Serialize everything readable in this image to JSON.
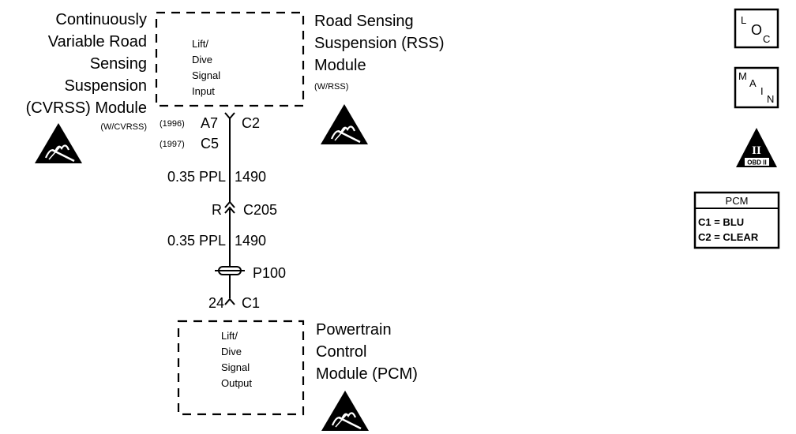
{
  "rss_module": {
    "name_lines": [
      "Road Sensing",
      "Suspension (RSS)",
      "Module"
    ],
    "option": "(W/RSS)",
    "signal_lines": [
      "Lift/",
      "Dive",
      "Signal",
      "Input"
    ]
  },
  "cvrss_module": {
    "name_lines": [
      "Continuously",
      "Variable Road",
      "Sensing",
      "Suspension",
      "(CVRSS) Module"
    ],
    "option": "(W/CVRSS)"
  },
  "connectors": {
    "year_1996": "(1996)",
    "pin_a7": "A7",
    "year_1997": "(1997)",
    "pin_c5": "C5",
    "conn_c2": "C2",
    "inline_pin": "R",
    "inline_conn": "C205",
    "splice": "P100",
    "pcm_pin": "24",
    "pcm_conn": "C1"
  },
  "wires": {
    "upper": {
      "gauge_color": "0.35 PPL",
      "circuit": "1490"
    },
    "lower": {
      "gauge_color": "0.35 PPL",
      "circuit": "1490"
    }
  },
  "pcm_module": {
    "name_lines": [
      "Powertrain",
      "Control",
      "Module (PCM)"
    ],
    "signal_lines": [
      "Lift/",
      "Dive",
      "Signal",
      "Output"
    ]
  },
  "sidebar": {
    "loc_icon": {
      "l": "L",
      "o": "O",
      "c": "C"
    },
    "main_icon": {
      "m": "M",
      "a": "A",
      "i": "I",
      "n": "N"
    },
    "obd_icon": {
      "numeral": "II",
      "label": "OBD II"
    },
    "pcm_legend": {
      "title": "PCM",
      "rows": [
        "C1 = BLU",
        "C2 = CLEAR"
      ]
    }
  }
}
